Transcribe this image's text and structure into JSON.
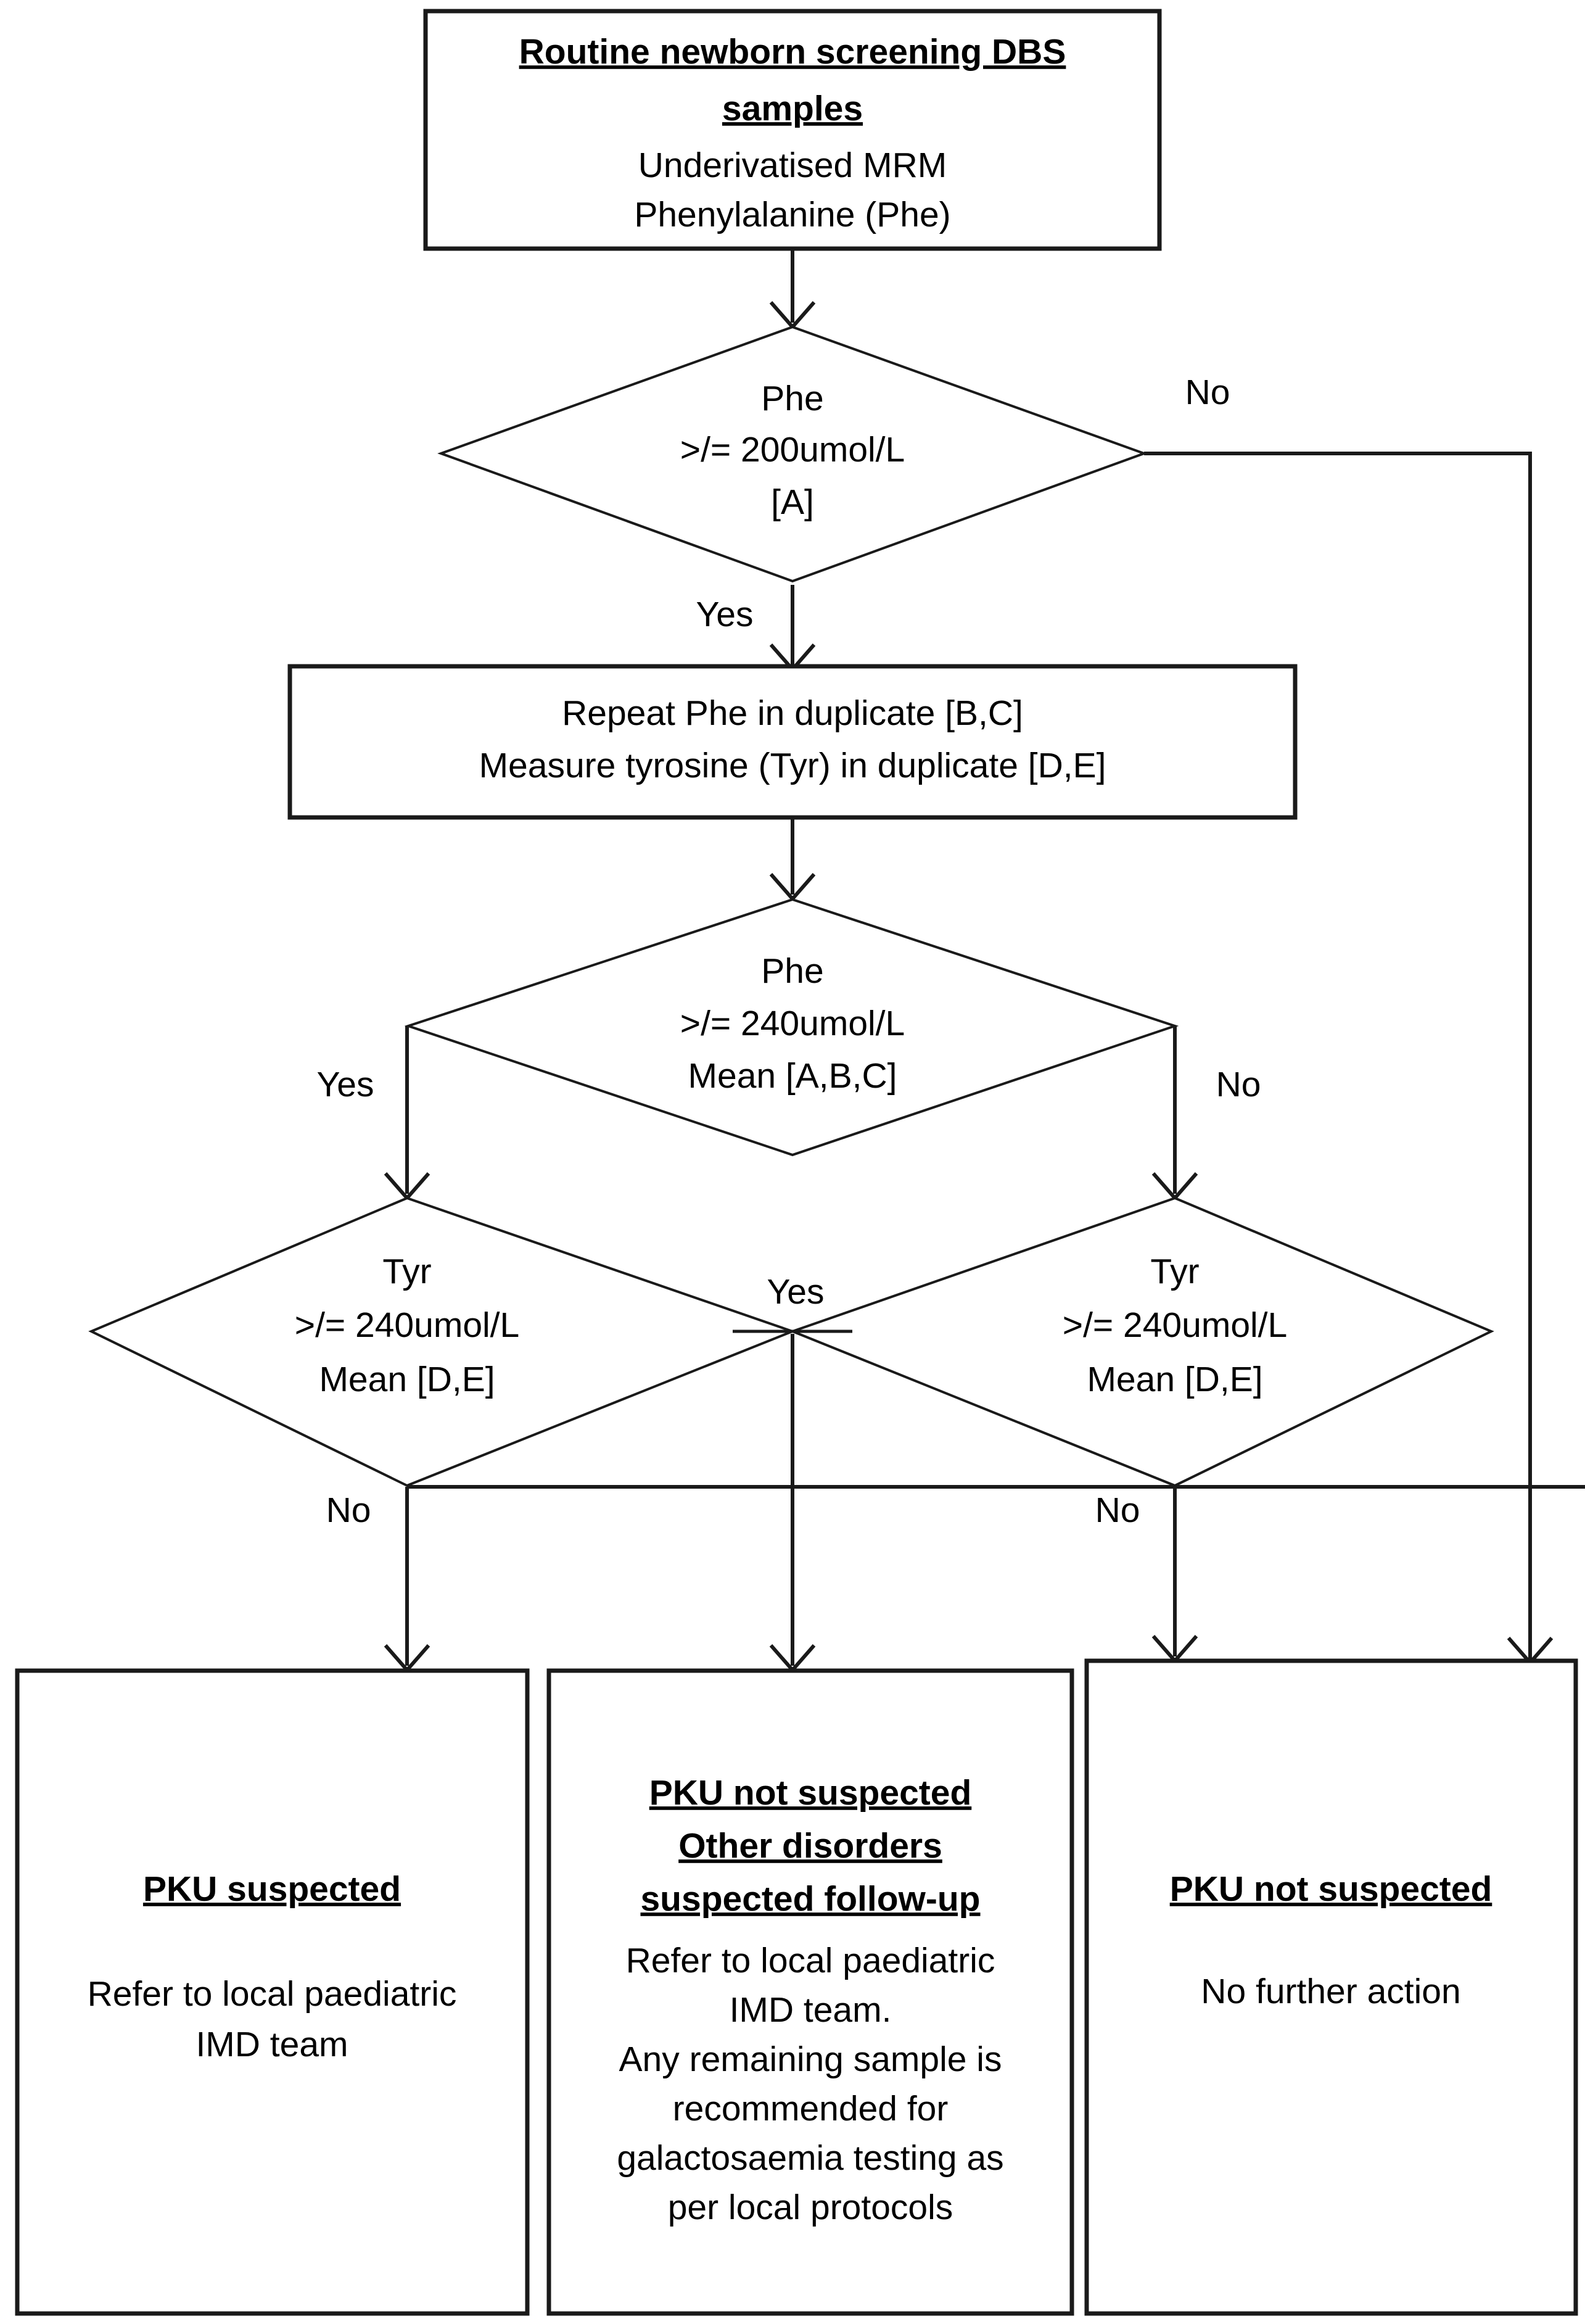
{
  "diagram": {
    "title": "PKU newborn screening decision flowchart",
    "colors": {
      "background": "#ffffff",
      "stroke": "#1a1a1a",
      "text": "#000000"
    },
    "nodes": {
      "start_box": {
        "shape": "rectangle",
        "heading_lines": [
          "Routine newborn screening DBS",
          "samples"
        ],
        "body_lines": [
          "Underivatised MRM",
          "Phenylalanine (Phe)"
        ]
      },
      "decision_phe_200": {
        "shape": "diamond",
        "lines": [
          "Phe",
          ">/= 200umol/L",
          "[A]"
        ]
      },
      "process_repeat": {
        "shape": "rectangle",
        "lines": [
          "Repeat Phe in duplicate [B,C]",
          "Measure tyrosine (Tyr) in duplicate [D,E]"
        ]
      },
      "decision_phe_240": {
        "shape": "diamond",
        "lines": [
          "Phe",
          ">/= 240umol/L",
          "Mean [A,B,C]"
        ]
      },
      "decision_tyr_left": {
        "shape": "diamond",
        "lines": [
          "Tyr",
          ">/= 240umol/L",
          "Mean [D,E]"
        ]
      },
      "decision_tyr_right": {
        "shape": "diamond",
        "lines": [
          "Tyr",
          ">/= 240umol/L",
          "Mean [D,E]"
        ]
      },
      "outcome_pku_suspected": {
        "shape": "rectangle",
        "heading_lines": [
          "PKU suspected"
        ],
        "body_lines": [
          "Refer to local paediatric",
          "IMD team"
        ]
      },
      "outcome_other_disorders": {
        "shape": "rectangle",
        "heading_lines": [
          "PKU not suspected",
          "Other disorders",
          "suspected follow-up"
        ],
        "body_lines": [
          "Refer to local paediatric",
          "IMD team.",
          "Any remaining sample is",
          "recommended for",
          "galactosaemia testing as",
          "per local protocols"
        ]
      },
      "outcome_pku_not_suspected": {
        "shape": "rectangle",
        "heading_lines": [
          "PKU not suspected"
        ],
        "body_lines": [
          "No further action"
        ]
      }
    },
    "edge_labels": {
      "phe200_no": "No",
      "phe200_yes": "Yes",
      "phe240_yes": "Yes",
      "phe240_no": "No",
      "tyr_left_no": "No",
      "tyr_center_yes": "Yes",
      "tyr_right_no": "No"
    }
  }
}
